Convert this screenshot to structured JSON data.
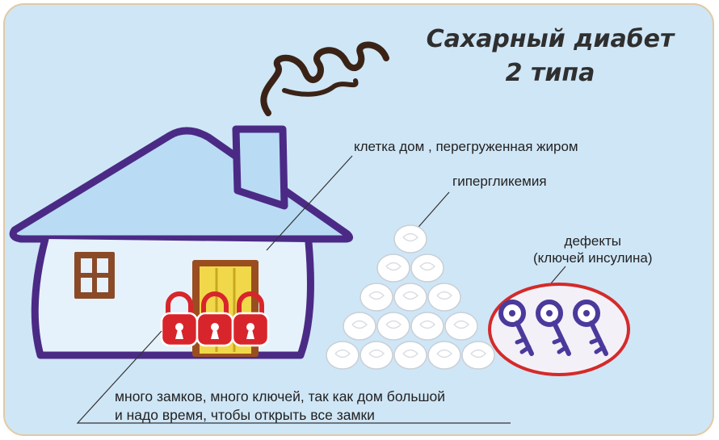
{
  "title": {
    "line1": "Сахарный диабет",
    "line2": "2 типа"
  },
  "labels": {
    "house": "клетка дом , перегруженная жиром",
    "hyperglycemia": "гипергликемия",
    "defects_line1": "дефекты",
    "defects_line2": "(ключей инсулина)",
    "bottom_line1": "много замков, много ключей, так как дом большой",
    "bottom_line2": "и надо время, чтобы открыть все замки"
  },
  "colors": {
    "background": "#cfe6f6",
    "house_outline": "#4b2a86",
    "lock": "#d8252b",
    "key": "#4b3a9c",
    "door": "#f1d84a",
    "ellipse_border": "#d42a2a",
    "ellipse_fill": "#f4f0f8",
    "smoke": "#3a2316"
  },
  "pyramid": {
    "rows": [
      1,
      2,
      3,
      4,
      5
    ]
  },
  "locks_count": 3,
  "keys_count": 3
}
